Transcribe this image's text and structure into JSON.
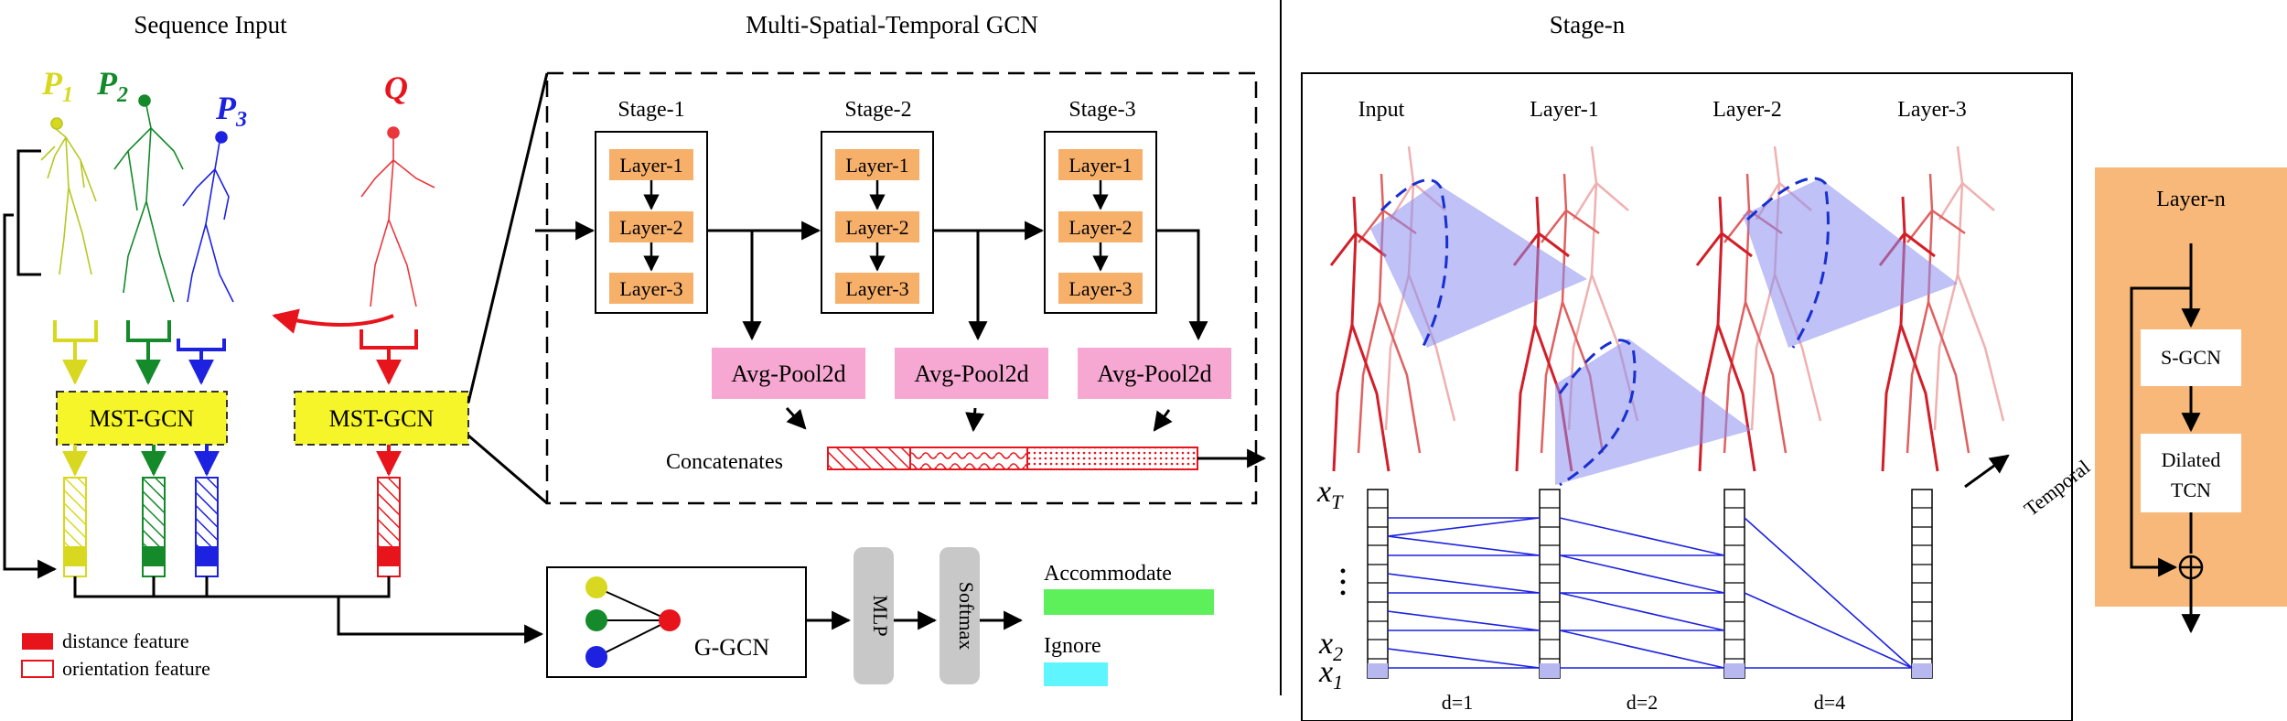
{
  "sections": {
    "seq_title": "Sequence Input",
    "mst_title": "Multi-Spatial-Temporal  GCN",
    "stage_title": "Stage-n"
  },
  "persons": [
    {
      "letter": "P",
      "sub": "1",
      "color": "#d8d820"
    },
    {
      "letter": "P",
      "sub": "2",
      "color": "#148a2a"
    },
    {
      "letter": "P",
      "sub": "3",
      "color": "#1c22e0"
    },
    {
      "letter": "Q",
      "sub": "",
      "color": "#e8141c"
    }
  ],
  "mstgcn_label": "MST-GCN",
  "legend": {
    "distance": "distance feature",
    "orientation": "orientation feature",
    "distance_color": "#e8141c"
  },
  "stages": [
    {
      "title": "Stage-1",
      "layers": [
        "Layer-1",
        "Layer-2",
        "Layer-3"
      ],
      "pool": "Avg-Pool2d"
    },
    {
      "title": "Stage-2",
      "layers": [
        "Layer-1",
        "Layer-2",
        "Layer-3"
      ],
      "pool": "Avg-Pool2d"
    },
    {
      "title": "Stage-3",
      "layers": [
        "Layer-1",
        "Layer-2",
        "Layer-3"
      ],
      "pool": "Avg-Pool2d"
    }
  ],
  "concat_label": "Concatenates",
  "ggcn_label": "G-GCN",
  "mlp_label": "MLP",
  "softmax_label": "Softmax",
  "outputs": [
    {
      "label": "Accommodate",
      "color": "#5ef05a"
    },
    {
      "label": "Ignore",
      "color": "#5ef5ff"
    }
  ],
  "stage_n": {
    "columns": [
      "Input",
      "Layer-1",
      "Layer-2",
      "Layer-3"
    ],
    "temporal": "Temporal",
    "x_labels": {
      "xT": "x",
      "xT_sub": "T",
      "dots": "•\n•\n•",
      "x2": "x",
      "x2_sub": "2",
      "x1": "x",
      "x1_sub": "1"
    },
    "dilations": [
      "d=1",
      "d=2",
      "d=4"
    ]
  },
  "layer_n": {
    "title": "Layer-n",
    "sgcn": "S-GCN",
    "tcn_line1": "Dilated",
    "tcn_line2": "TCN",
    "plus": "⊕",
    "bg_color": "#f7b87a"
  },
  "colors": {
    "orange_box": "#f7b06a",
    "pink_box": "#f7a8d2",
    "yellow_box": "#f5f52a",
    "gray_box": "#c8c8c8",
    "node_yellow": "#d8d820",
    "node_green": "#148a2a",
    "node_blue": "#1c22e0",
    "node_red": "#e8141c"
  }
}
